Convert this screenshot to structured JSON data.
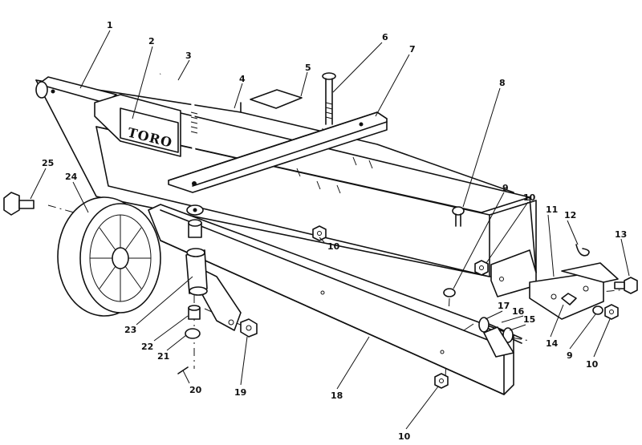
{
  "diagram": {
    "brand_text": "TORO",
    "callouts": [
      {
        "label": "1"
      },
      {
        "label": "2"
      },
      {
        "label": "3"
      },
      {
        "label": "4"
      },
      {
        "label": "5"
      },
      {
        "label": "6"
      },
      {
        "label": "7"
      },
      {
        "label": "8"
      },
      {
        "label": "9"
      },
      {
        "label": "10"
      },
      {
        "label": "10"
      },
      {
        "label": "11"
      },
      {
        "label": "12"
      },
      {
        "label": "13"
      },
      {
        "label": "14"
      },
      {
        "label": "9"
      },
      {
        "label": "10"
      },
      {
        "label": "17"
      },
      {
        "label": "16"
      },
      {
        "label": "15"
      },
      {
        "label": "18"
      },
      {
        "label": "10"
      },
      {
        "label": "19"
      },
      {
        "label": "20"
      },
      {
        "label": "21"
      },
      {
        "label": "22"
      },
      {
        "label": "23"
      },
      {
        "label": "24"
      },
      {
        "label": "25"
      }
    ]
  }
}
